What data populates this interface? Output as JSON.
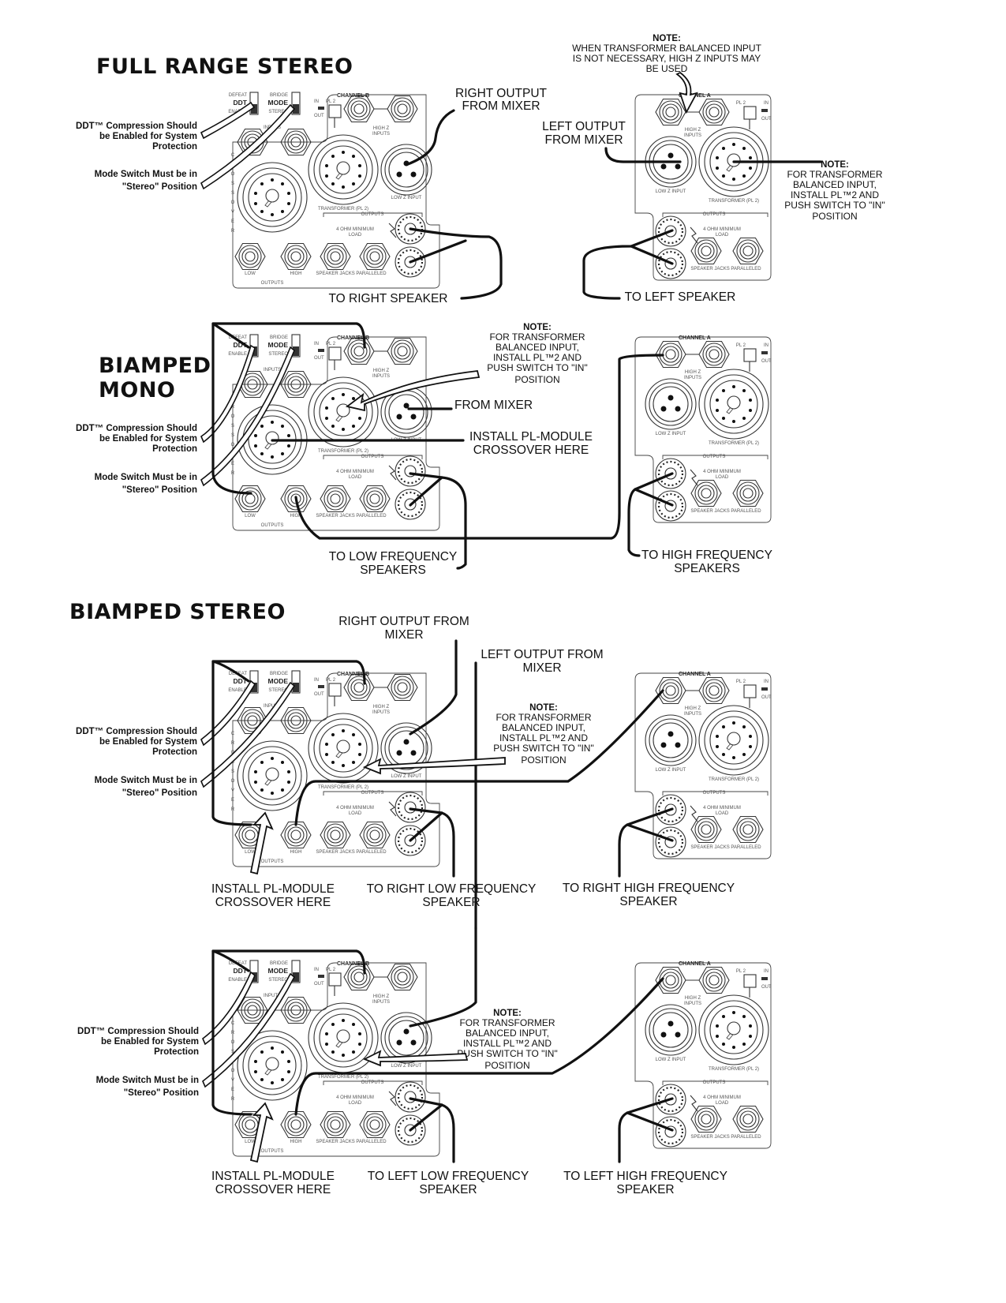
{
  "sections": {
    "full_range_stereo": {
      "title": "FULL RANGE STEREO"
    },
    "biamped_mono": {
      "title_line1": "BIAMPED",
      "title_line2": "MONO"
    },
    "biamped_stereo": {
      "title": "BIAMPED STEREO"
    }
  },
  "panel": {
    "channel_b": "CHANNEL  B",
    "channel_a": "CHANNEL  A",
    "ddt_defeat": "DEFEAT",
    "ddt": "DDT",
    "ddt_enable": "ENABLE",
    "mode_bridge": "BRIDGE",
    "mode": "MODE",
    "mode_stereo": "STEREO",
    "pl2_in": "IN",
    "pl2_out": "OUT",
    "pl2": "PL 2",
    "inputs": "INPUTS",
    "crossover_vertical": "CROSSOVER",
    "high_z_inputs_1": "HIGH Z",
    "high_z_inputs_2": "INPUTS",
    "low_z_input": "LOW Z INPUT",
    "transformer": "TRANSFORMER (PL 2)",
    "outputs": "OUTPUTS",
    "min_load_1": "4 OHM MINIMUM",
    "min_load_2": "LOAD",
    "speaker_jacks": "SPEAKER JACKS PARALLELED",
    "low": "LOW",
    "high": "HIGH"
  },
  "side_notes": {
    "ddt_line1": "DDT™ Compression Should",
    "ddt_line2": "be Enabled for  System",
    "ddt_line3": "Protection",
    "mode_line1": "Mode Switch Must be in",
    "mode_line2": "\"Stereo\" Position"
  },
  "full_range": {
    "right_output_1": "RIGHT OUTPUT",
    "right_output_2": "FROM MIXER",
    "left_output_1": "LEFT  OUTPUT",
    "left_output_2": "FROM MIXER",
    "to_right_speaker": "TO RIGHT SPEAKER",
    "to_left_speaker": "TO LEFT SPEAKER",
    "note_top_head": "NOTE:",
    "note_top_1": "WHEN TRANSFORMER BALANCED INPUT",
    "note_top_2": "IS NOT NECESSARY, HIGH Z INPUTS MAY",
    "note_top_3": "BE USED",
    "note_right_head": "NOTE:",
    "note_right_1": "FOR TRANSFORMER",
    "note_right_2": "BALANCED INPUT,",
    "note_right_3": "INSTALL PL™2 AND",
    "note_right_4": "PUSH SWITCH TO \"IN\"",
    "note_right_5": "POSITION"
  },
  "mono": {
    "note_head": "NOTE:",
    "note_1": "FOR TRANSFORMER",
    "note_2": "BALANCED INPUT,",
    "note_3": "INSTALL PL™2 AND",
    "note_4": "PUSH SWITCH TO \"IN\"",
    "note_5": "POSITION",
    "from_mixer": "FROM MIXER",
    "install_1": "INSTALL PL-MODULE",
    "install_2": "CROSSOVER HERE",
    "to_low_1": "TO LOW FREQUENCY",
    "to_low_2": "SPEAKERS",
    "to_high_1": "TO HIGH FREQUENCY",
    "to_high_2": "SPEAKERS"
  },
  "stereo": {
    "right_output_1": "RIGHT OUTPUT FROM",
    "right_output_2": "MIXER",
    "left_output_1": "LEFT OUTPUT FROM",
    "left_output_2": "MIXER",
    "note_head": "NOTE:",
    "note_1": "FOR TRANSFORMER",
    "note_2": "BALANCED INPUT,",
    "note_3": "INSTALL PL™2 AND",
    "note_4": "PUSH SWITCH TO \"IN\"",
    "note_5": "POSITION",
    "install_1": "INSTALL PL-MODULE",
    "install_2": "CROSSOVER HERE",
    "to_right_low_1": "TO RIGHT LOW FREQUENCY",
    "to_right_low_2": "SPEAKER",
    "to_right_high_1": "TO RIGHT HIGH FREQUENCY",
    "to_right_high_2": "SPEAKER",
    "note2_head": "NOTE:",
    "note2_1": "FOR TRANSFORMER",
    "note2_2": "BALANCED INPUT,",
    "note2_3": "INSTALL PL™2 AND",
    "note2_4": "PUSH SWITCH TO \"IN\"",
    "note2_5": "POSITION",
    "install2_1": "INSTALL PL-MODULE",
    "install2_2": "CROSSOVER HERE",
    "to_left_low_1": "TO LEFT LOW  FREQUENCY",
    "to_left_low_2": "SPEAKER",
    "to_left_high_1": "TO LEFT HIGH FREQUENCY",
    "to_left_high_2": "SPEAKER"
  }
}
